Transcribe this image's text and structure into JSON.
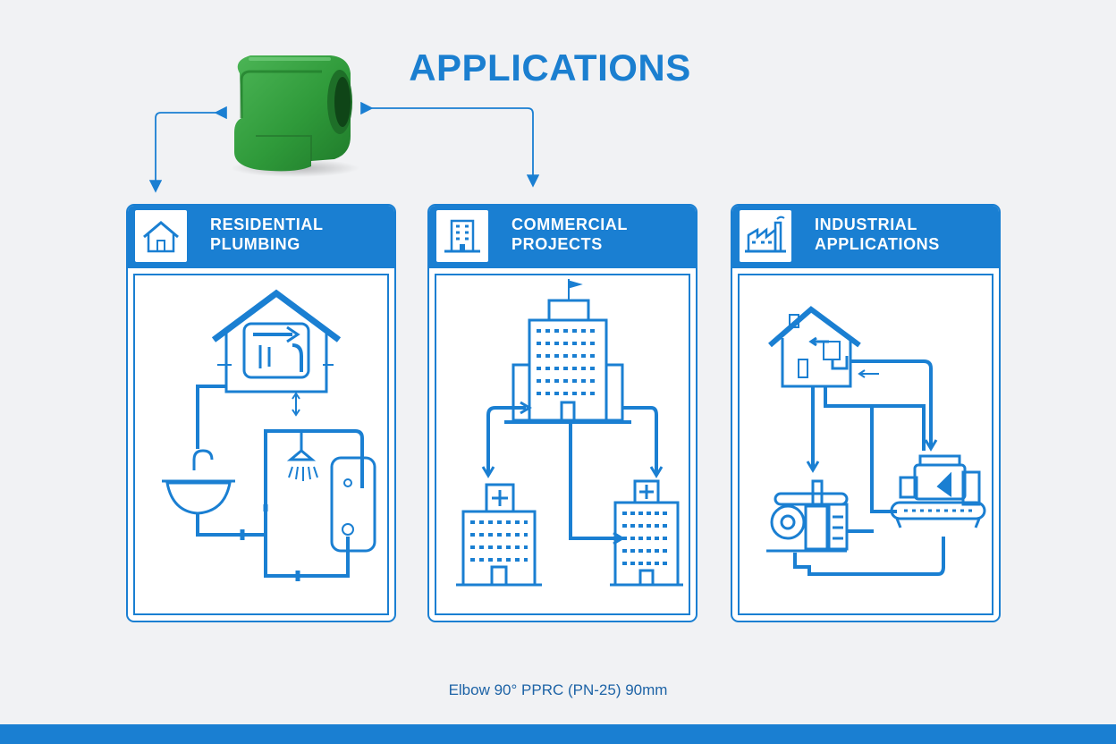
{
  "title": "APPLICATIONS",
  "panels": [
    {
      "title": "RESIDENTIAL\nPLUMBING",
      "icon": "house-icon"
    },
    {
      "title": "COMMERCIAL\nPROJECTS",
      "icon": "office-building-icon"
    },
    {
      "title": "INDUSTRIAL\nAPPLICATIONS",
      "icon": "factory-icon"
    }
  ],
  "caption": "Elbow 90° PPRC (PN-25) 90mm",
  "colors": {
    "accent": "#1a7fd2",
    "title": "#1b7fd0",
    "fitting": "#2f9a3a",
    "background": "#f1f2f4",
    "footer": "#1a7fd2"
  }
}
